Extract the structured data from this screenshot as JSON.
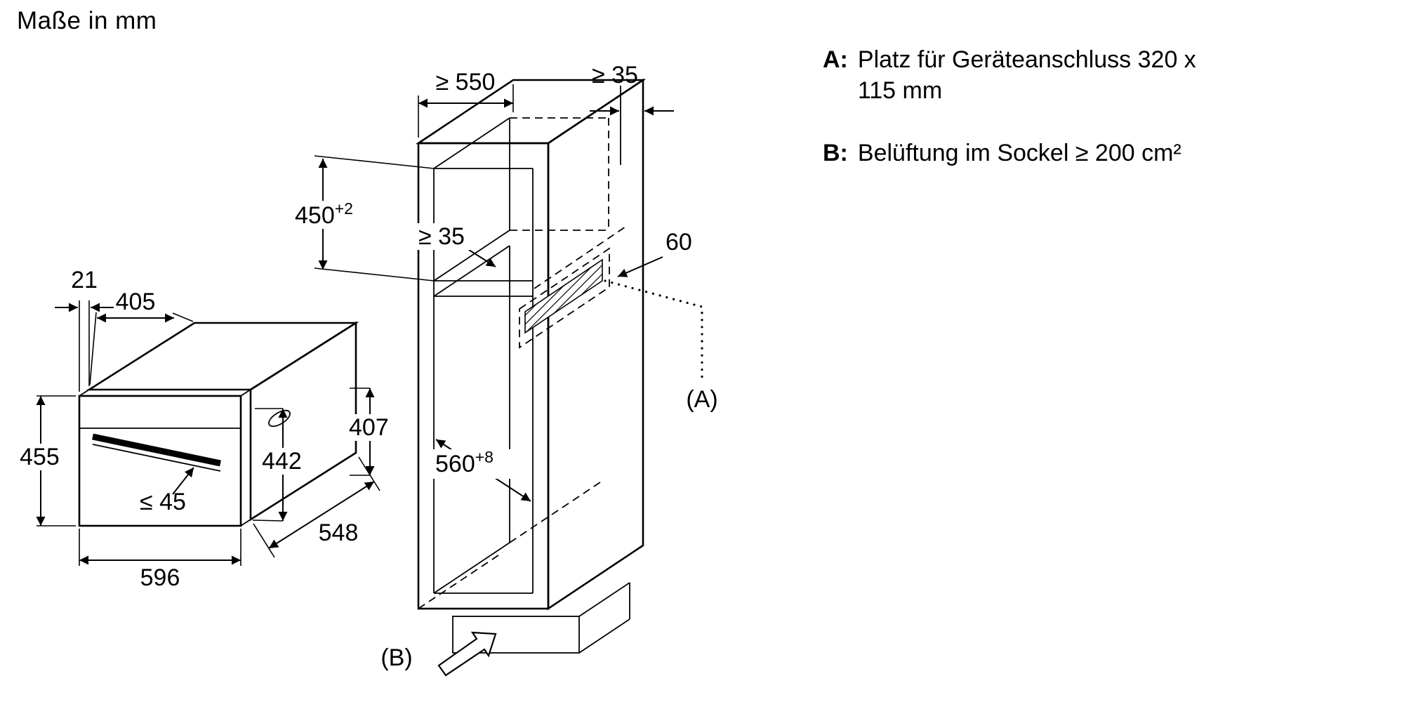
{
  "title": "Maße in mm",
  "legend": {
    "a_label": "A:",
    "a_line1": "Platz für Geräteanschluss 320 x",
    "a_line2": "115 mm",
    "b_label": "B:",
    "b_text": "Belüftung im Sockel ≥ 200 cm²"
  },
  "cabinet": {
    "depth": "≥ 550",
    "top_rear_gap": "≥ 35",
    "niche_height": "450",
    "niche_height_tol": "+2",
    "rear_gap": "≥ 35",
    "connection_width": "60",
    "niche_width": "560",
    "niche_width_tol": "+8",
    "label_a": "(A)",
    "label_b": "(B)"
  },
  "oven": {
    "door_offset": "21",
    "top_depth": "405",
    "height": "455",
    "body_height": "442",
    "rear_height": "407",
    "handle_clearance": "≤ 45",
    "width": "596",
    "depth": "548"
  },
  "colors": {
    "line": "#000000",
    "background": "#ffffff"
  }
}
